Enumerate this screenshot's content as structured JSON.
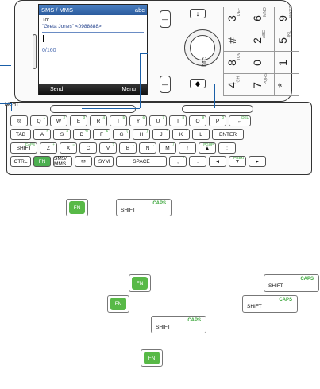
{
  "screen": {
    "title": "SMS / MMS",
    "status_icons": "abc",
    "to_label": "To:",
    "recipient": "\"Greta Jones\" <0988888>",
    "char_count": "0/160",
    "softkey_left": "Send",
    "softkey_right": "Menu"
  },
  "device": {
    "brand": "htc",
    "numpad": [
      {
        "digit": "3",
        "letters": "DEF"
      },
      {
        "digit": "6",
        "letters": "MNO"
      },
      {
        "digit": "9",
        "letters": "WXYZ"
      },
      {
        "digit": "#",
        "letters": ""
      },
      {
        "digit": "2",
        "letters": "ABC"
      },
      {
        "digit": "5",
        "letters": "JKL"
      },
      {
        "digit": "8",
        "letters": "TUV"
      },
      {
        "digit": "0",
        "letters": ""
      },
      {
        "digit": "1",
        "letters": ""
      },
      {
        "digit": "4",
        "letters": "GHI"
      },
      {
        "digit": "7",
        "letters": "PQRS"
      },
      {
        "digit": "*",
        "letters": ""
      }
    ],
    "lights_label": "LIGHT"
  },
  "keyboard": {
    "row1": [
      {
        "k": "@",
        "a": ""
      },
      {
        "k": "Q",
        "a": "1"
      },
      {
        "k": "W",
        "a": "2"
      },
      {
        "k": "E",
        "a": "3"
      },
      {
        "k": "R",
        "a": "4"
      },
      {
        "k": "T",
        "a": "5"
      },
      {
        "k": "Y",
        "a": "6"
      },
      {
        "k": "U",
        "a": "7"
      },
      {
        "k": "I",
        "a": "8"
      },
      {
        "k": "O",
        "a": "9"
      },
      {
        "k": "P",
        "a": "0"
      },
      {
        "k": "←",
        "a": "DEL"
      }
    ],
    "row2": [
      {
        "k": "TAB",
        "a": ""
      },
      {
        "k": "A",
        "a": "#"
      },
      {
        "k": "S",
        "a": "$"
      },
      {
        "k": "D",
        "a": "%"
      },
      {
        "k": "F",
        "a": "&"
      },
      {
        "k": "G",
        "a": "("
      },
      {
        "k": "H",
        "a": ")"
      },
      {
        "k": "J",
        "a": "-"
      },
      {
        "k": "K",
        "a": "*"
      },
      {
        "k": "L",
        "a": "\""
      },
      {
        "k": "ENTER",
        "a": ""
      }
    ],
    "row3": [
      {
        "k": "SHIFT",
        "a": "CAPS"
      },
      {
        "k": "Z",
        "a": "+"
      },
      {
        "k": "X",
        "a": "="
      },
      {
        "k": "C",
        "a": "!"
      },
      {
        "k": "V",
        "a": "?"
      },
      {
        "k": "B",
        "a": ","
      },
      {
        "k": "N",
        "a": "."
      },
      {
        "k": "M",
        "a": "/"
      },
      {
        "k": "!",
        "a": ""
      },
      {
        "k": "▲",
        "a": "PGUP"
      },
      {
        "k": ":",
        "a": ";"
      }
    ],
    "row4": [
      {
        "k": "CTRL",
        "a": ""
      },
      {
        "k": "FN",
        "a": ""
      },
      {
        "k": "SMS/ MMS",
        "a": ""
      },
      {
        "k": "✉",
        "a": ""
      },
      {
        "k": "SYM",
        "a": ""
      },
      {
        "k": "SPACE",
        "a": ""
      },
      {
        "k": ",",
        "a": "'"
      },
      {
        "k": ".",
        "a": ""
      },
      {
        "k": "◄",
        "a": ""
      },
      {
        "k": "▼",
        "a": "PGDN"
      },
      {
        "k": "►",
        "a": ""
      }
    ]
  },
  "keys": {
    "fn_label": "FN",
    "shift_label": "SHIFT",
    "caps_label": "CAPS"
  },
  "colors": {
    "fn_green": "#58b947",
    "callout_blue": "#1a5fa8",
    "caps_green": "#3aa63a"
  }
}
